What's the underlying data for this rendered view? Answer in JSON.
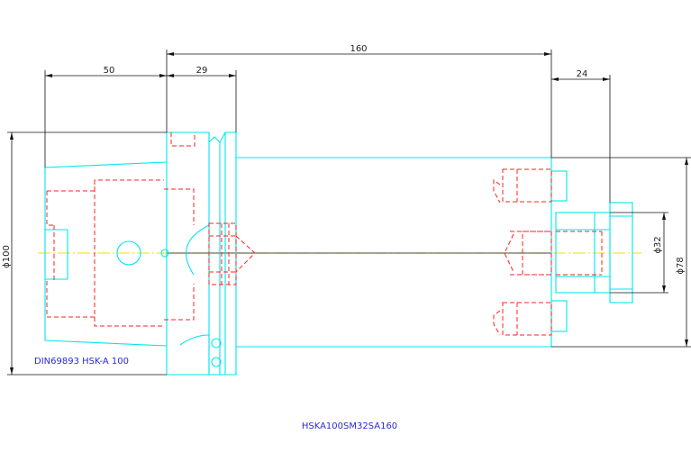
{
  "colors": {
    "outline": "#00e5ee",
    "hidden": "#ff2020",
    "dimension": "#111111",
    "centerline": "#f0e000",
    "label": "#2a2ad8"
  },
  "dimensions": {
    "total_length": "160",
    "taper_length": "50",
    "flange_length": "29",
    "nose_length": "24",
    "flange_diameter": "ϕ100",
    "body_diameter": "ϕ78",
    "nose_diameter": "ϕ32"
  },
  "labels": {
    "standard": "DIN69893 HSK-A 100",
    "part_number": "HSKA100SM32SA160"
  }
}
